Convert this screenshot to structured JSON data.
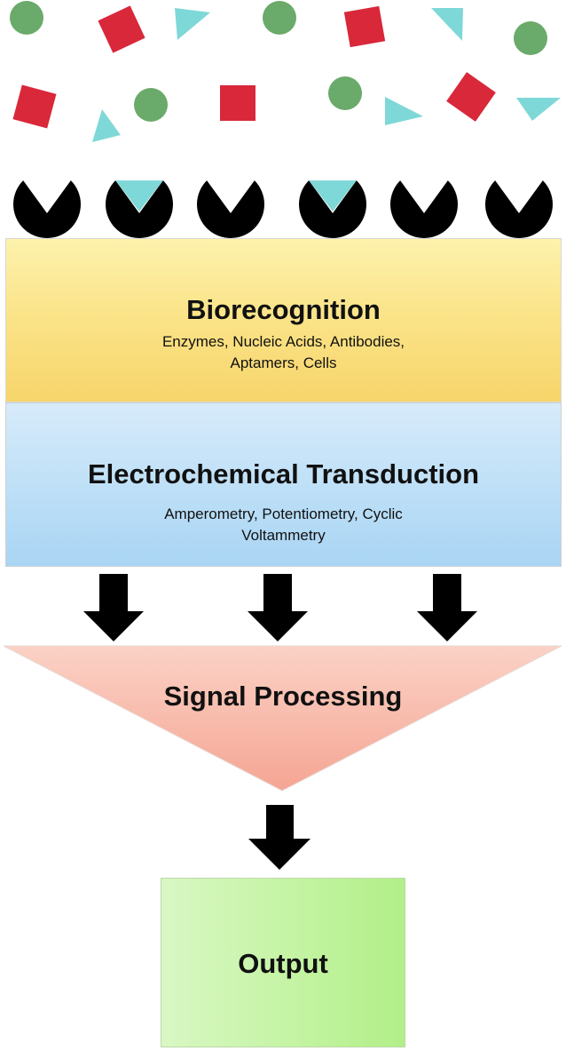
{
  "diagram": {
    "biorecognition": {
      "title": "Biorecognition",
      "subtitle_line1": "Enzymes, Nucleic Acids, Antibodies,",
      "subtitle_line2": "Aptamers, Cells"
    },
    "transduction": {
      "title": "Electrochemical Transduction",
      "subtitle_line1": "Amperometry, Potentiometry, Cyclic",
      "subtitle_line2": "Voltammetry"
    },
    "processing": {
      "title": "Signal Processing"
    },
    "output": {
      "title": "Output"
    },
    "colors": {
      "circle_molecule": "#6aaa6a",
      "square_molecule": "#d8283a",
      "triangle_molecule": "#7fd8d8",
      "receptor": "#000000",
      "arrow": "#000000",
      "biorecognition_fill": "#fbe48a",
      "transduction_fill": "#bfe0f7",
      "processing_fill": "#f7b4a4",
      "output_fill": "#c6f4a6"
    },
    "receptors": [
      {
        "bound": false
      },
      {
        "bound": true
      },
      {
        "bound": false
      },
      {
        "bound": true
      },
      {
        "bound": false
      },
      {
        "bound": false
      }
    ]
  }
}
